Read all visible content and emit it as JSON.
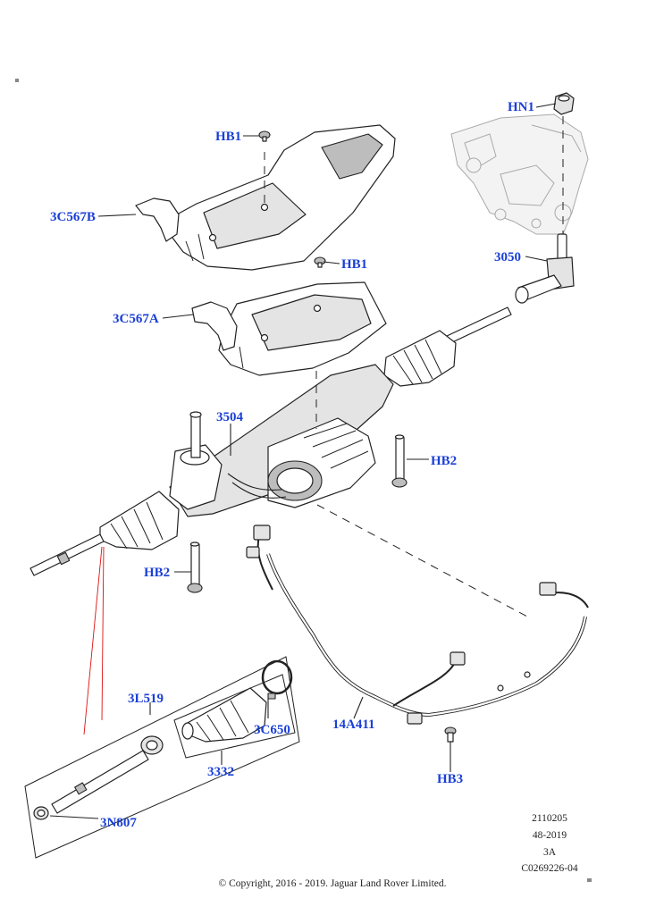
{
  "callouts": {
    "hb1_top": "HB1",
    "hb1_mid": "HB1",
    "hn1": "HN1",
    "c3c567b": "3C567B",
    "c3c567a": "3C567A",
    "c3050": "3050",
    "c3504": "3504",
    "hb2_right": "HB2",
    "hb2_left": "HB2",
    "c3l519": "3L519",
    "c3c650": "3C650",
    "c3332": "3332",
    "c3n807": "3N807",
    "c14a411": "14A411",
    "hb3": "HB3"
  },
  "reference": {
    "line1": "2110205",
    "line2": "48-2019",
    "line3": "3A",
    "line4": "C0269226-04"
  },
  "copyright": "© Copyright, 2016 - 2019. Jaguar Land Rover Limited."
}
